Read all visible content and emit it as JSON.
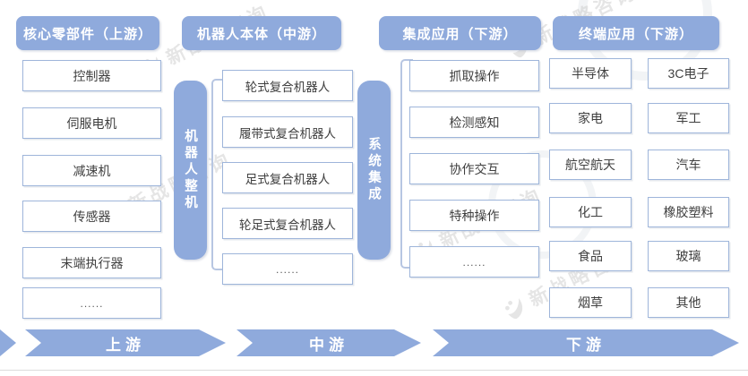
{
  "sections": [
    {
      "header": "核心零部件（上游）",
      "items": [
        "控制器",
        "伺服电机",
        "减速机",
        "传感器",
        "末端执行器",
        "......"
      ]
    },
    {
      "header": "机器人本体（中游）",
      "items": [
        "轮式复合机器人",
        "履带式复合机器人",
        "足式复合机器人",
        "轮足式复合机器人",
        "......"
      ]
    },
    {
      "header": "集成应用（下游）",
      "items": [
        "抓取操作",
        "检测感知",
        "协作交互",
        "特种操作",
        "......"
      ]
    },
    {
      "header": "终端应用（下游）",
      "items_left": [
        "半导体",
        "家电",
        "航空航天",
        "化工",
        "食品",
        "烟草"
      ],
      "items_right": [
        "3C电子",
        "军工",
        "汽车",
        "橡胶塑料",
        "玻璃",
        "其他"
      ]
    }
  ],
  "side_bars": [
    {
      "label": "机器人整机"
    },
    {
      "label": "系统集成"
    }
  ],
  "flow_arrows": [
    {
      "label": "上游"
    },
    {
      "label": "中游"
    },
    {
      "label": "下游"
    }
  ],
  "watermark": {
    "text": "新战略咨询"
  },
  "colors": {
    "accent_blue": "#8faadc",
    "box_border": "#9eb5da",
    "box_text": "#3f3f3f",
    "bracket": "#b7c6e2",
    "watermark_gray": "#cccccc"
  }
}
